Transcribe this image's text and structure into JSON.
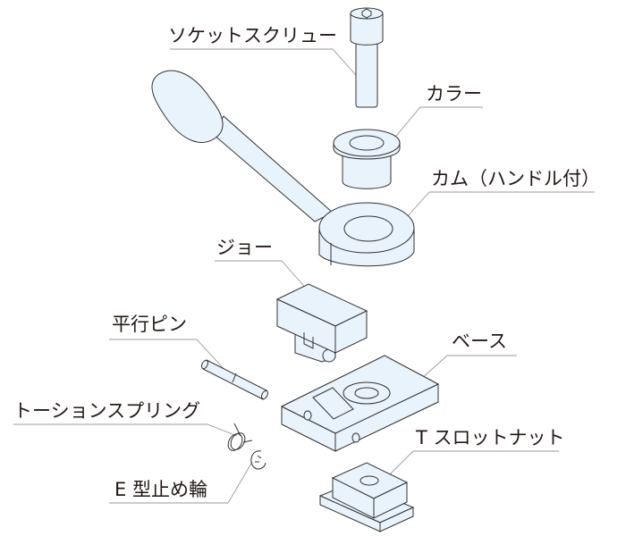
{
  "labels": {
    "socket_screw": "ソケットスクリュー",
    "collar": "カラー",
    "cam": "カム（ハンドル付）",
    "jaw": "ジョー",
    "parallel_pin": "平行ピン",
    "base": "ベース",
    "torsion_spring": "トーションスプリング",
    "e_ring": "E 型止め輪",
    "t_slot_nut": "T スロットナット"
  },
  "colors": {
    "part_fill": "#e8f3fb",
    "outline": "#333333",
    "leader": "#999999"
  }
}
